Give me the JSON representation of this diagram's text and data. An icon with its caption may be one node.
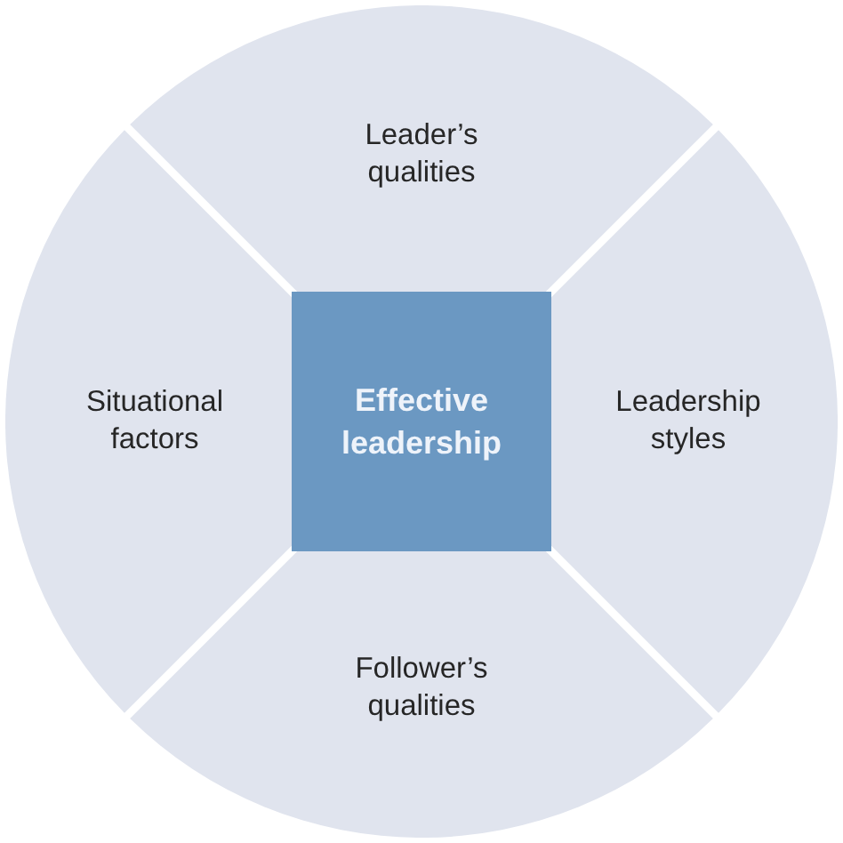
{
  "diagram": {
    "nodes": [
      {
        "text": [
          "Leader’s qualities"
        ]
      },
      {
        "text": [
          "Situational factors"
        ]
      },
      {
        "text": [
          "Effective leadership"
        ]
      },
      {
        "text": [
          "Leadership styles"
        ]
      },
      {
        "text": [
          "Follower’s qualities"
        ]
      }
    ]
  }
}
